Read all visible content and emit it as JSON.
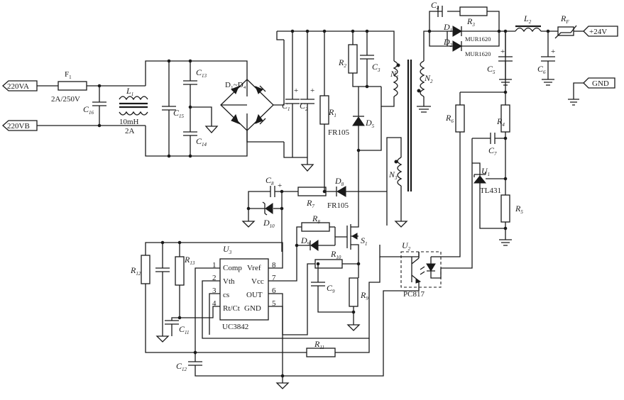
{
  "terminals": {
    "in_a": "220VA",
    "in_b": "220VB",
    "out_pos": "+24V",
    "gnd": "GND"
  },
  "labels": {
    "F1": {
      "name": "F",
      "sub": "1",
      "value": "2A/250V"
    },
    "C16": {
      "name": "C",
      "sub": "16"
    },
    "L1": {
      "name": "L",
      "sub": "1",
      "value": "10mH",
      "value2": "2A"
    },
    "C15": {
      "name": "C",
      "sub": "15"
    },
    "C13": {
      "name": "C",
      "sub": "13"
    },
    "C14": {
      "name": "C",
      "sub": "14"
    },
    "D1D4": {
      "text": "D₁~D₄"
    },
    "C1": {
      "name": "C",
      "sub": "1"
    },
    "C2": {
      "name": "C",
      "sub": "2"
    },
    "R1": {
      "name": "R",
      "sub": "1"
    },
    "R2": {
      "name": "R",
      "sub": "2"
    },
    "C3": {
      "name": "C",
      "sub": "3"
    },
    "D5": {
      "name": "D",
      "sub": "5",
      "value": "FR105"
    },
    "N1": {
      "name": "N",
      "sub": "1"
    },
    "N2": {
      "name": "N",
      "sub": "2"
    },
    "N3": {
      "name": "N",
      "sub": "3"
    },
    "C4": {
      "name": "C",
      "sub": "4"
    },
    "R3": {
      "name": "R",
      "sub": "3"
    },
    "D1": {
      "name": "D",
      "sub": "1",
      "value": "MUR1620"
    },
    "D2": {
      "name": "D",
      "sub": "2",
      "value": "MUR1620"
    },
    "L2": {
      "name": "L",
      "sub": "2"
    },
    "RF": {
      "name": "R",
      "sub": "F"
    },
    "C5": {
      "name": "C",
      "sub": "5"
    },
    "C6": {
      "name": "C",
      "sub": "6"
    },
    "R6": {
      "name": "R",
      "sub": "6"
    },
    "R4": {
      "name": "R",
      "sub": "4"
    },
    "C7": {
      "name": "C",
      "sub": "7"
    },
    "U1": {
      "name": "U",
      "sub": "1",
      "value": "TL431"
    },
    "R5": {
      "name": "R",
      "sub": "5"
    },
    "C8": {
      "name": "C",
      "sub": "8"
    },
    "R7": {
      "name": "R",
      "sub": "7"
    },
    "D8": {
      "name": "D",
      "sub": "8",
      "value": "FR105"
    },
    "D10": {
      "name": "D",
      "sub": "10"
    },
    "R8": {
      "name": "R",
      "sub": "8"
    },
    "D9": {
      "name": "D",
      "sub": "9"
    },
    "S1": {
      "name": "S",
      "sub": "1"
    },
    "R10": {
      "name": "R",
      "sub": "10"
    },
    "C9": {
      "name": "C",
      "sub": "9"
    },
    "R9": {
      "name": "R",
      "sub": "9"
    },
    "U2": {
      "name": "U",
      "sub": "2",
      "value": "PC817"
    },
    "U3": {
      "name": "U",
      "sub": "3",
      "value": "UC3842"
    },
    "R12": {
      "name": "R",
      "sub": "12"
    },
    "R13": {
      "name": "R",
      "sub": "13"
    },
    "C11": {
      "name": "C",
      "sub": "11"
    },
    "C12": {
      "name": "C",
      "sub": "12"
    },
    "R11": {
      "name": "R",
      "sub": "11"
    }
  },
  "uc3842": {
    "pins_left": [
      {
        "num": "1",
        "name": "Comp"
      },
      {
        "num": "2",
        "name": "Vth"
      },
      {
        "num": "3",
        "name": "cs"
      },
      {
        "num": "4",
        "name": "Rt/Ct"
      }
    ],
    "pins_right": [
      {
        "num": "8",
        "name": "Vref"
      },
      {
        "num": "7",
        "name": "Vcc"
      },
      {
        "num": "6",
        "name": "OUT"
      },
      {
        "num": "5",
        "name": "GND"
      }
    ]
  },
  "polarity_marks": {
    "plus": "+"
  }
}
